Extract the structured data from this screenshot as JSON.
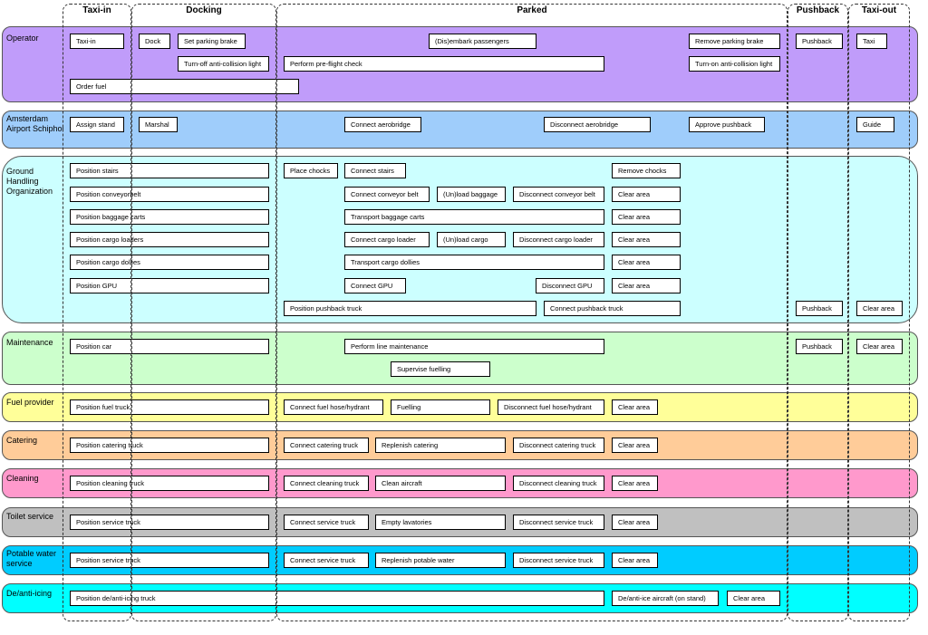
{
  "phases": [
    "Taxi-in",
    "Docking",
    "Parked",
    "Pushback",
    "Taxi-out"
  ],
  "colors": {
    "operator": "#c09cfa",
    "airport": "#9fcdfb",
    "ground": "#ccffff",
    "maintenance": "#ccffcc",
    "fuel": "#ffff99",
    "catering": "#ffcc99",
    "cleaning": "#ff99cc",
    "toilet": "#c0c0c0",
    "water": "#00ccff",
    "deicing": "#00ffff"
  },
  "lanes": [
    {
      "label": "Operator",
      "color": "operator",
      "activities": [
        "Taxi-in",
        "Dock",
        "Set parking brake",
        "(Dis)embark passengers",
        "Remove parking brake",
        "Pushback",
        "Taxi",
        "Turn-off anti-collision light",
        "Perform pre-flight check",
        "Turn-on anti-collision light",
        "Order fuel"
      ]
    },
    {
      "label": "Amsterdam Airport Schiphol",
      "color": "airport",
      "activities": [
        "Assign stand",
        "Marshal",
        "Connect aerobridge",
        "Disconnect aerobridge",
        "Approve pushback",
        "Guide"
      ]
    },
    {
      "label": "Ground Handling Organization",
      "color": "ground",
      "activities": [
        "Position stairs",
        "Place chocks",
        "Connect stairs",
        "Remove chocks",
        "Position conveyorbelt",
        "Connect conveyor belt",
        "(Un)load baggage",
        "Disconnect conveyor belt",
        "Clear area",
        "Position baggage carts",
        "Transport baggage carts",
        "Clear area",
        "Position cargo loaders",
        "Connect cargo loader",
        "(Un)load cargo",
        "Disconnect cargo loader",
        "Clear area",
        "Position cargo dollies",
        "Transport cargo dollies",
        "Clear area",
        "Position GPU",
        "Connect GPU",
        "Disconnect GPU",
        "Clear area",
        "Position pushback truck",
        "Connect pushback truck",
        "Pushback",
        "Clear area"
      ]
    },
    {
      "label": "Maintenance",
      "color": "maintenance",
      "activities": [
        "Position car",
        "Perform line maintenance",
        "Pushback",
        "Clear area",
        "Supervise fuelling"
      ]
    },
    {
      "label": "Fuel provider",
      "color": "fuel",
      "activities": [
        "Position fuel truck",
        "Connect fuel hose/hydrant",
        "Fuelling",
        "Disconnect fuel hose/hydrant",
        "Clear area"
      ]
    },
    {
      "label": "Catering",
      "color": "catering",
      "activities": [
        "Position catering truck",
        "Connect catering truck",
        "Replenish catering",
        "Disconnect catering truck",
        "Clear area"
      ]
    },
    {
      "label": "Cleaning",
      "color": "cleaning",
      "activities": [
        "Position cleaning truck",
        "Connect cleaning truck",
        "Clean aircraft",
        "Disconnect cleaning truck",
        "Clear area"
      ]
    },
    {
      "label": "Toilet service",
      "color": "toilet",
      "activities": [
        "Position service truck",
        "Connect service truck",
        "Empty lavatories",
        "Disconnect service truck",
        "Clear area"
      ]
    },
    {
      "label": "Potable water service",
      "color": "water",
      "activities": [
        "Position service truck",
        "Connect service truck",
        "Replenish potable water",
        "Disconnect service truck",
        "Clear area"
      ]
    },
    {
      "label": "De/anti-icing",
      "color": "deicing",
      "activities": [
        "Position de/anti-icing truck",
        "De/anti-ice aircraft (on stand)",
        "Clear area"
      ]
    }
  ]
}
